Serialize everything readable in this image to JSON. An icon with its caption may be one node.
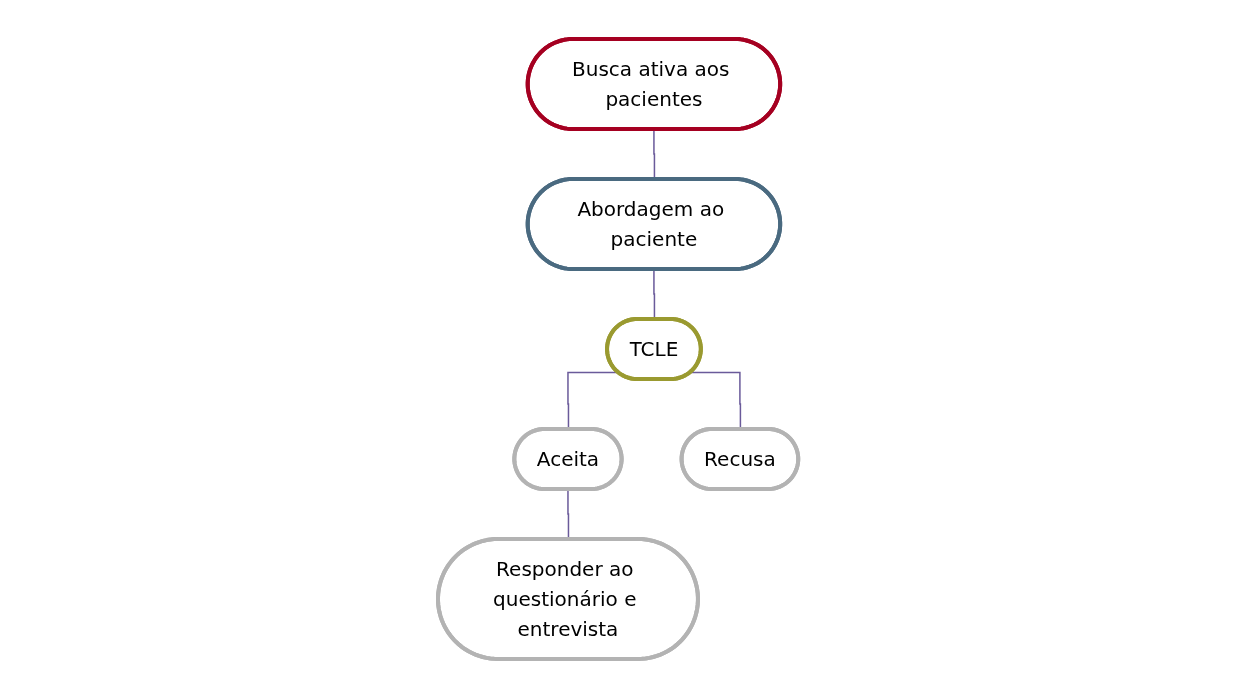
{
  "diagram": {
    "nodes": [
      {
        "text": [
          "Busca ativa aos pacientes"
        ]
      },
      {
        "text": [
          "Abordagem ao paciente"
        ]
      },
      {
        "text": [
          "TCLE"
        ]
      },
      {
        "text": [
          "Aceita"
        ]
      },
      {
        "text": [
          "Recusa"
        ]
      },
      {
        "text": [
          "Responder ao questionário e entrevista"
        ]
      }
    ],
    "edges": [
      {
        "from": 0,
        "to": 1,
        "arrow": "none"
      },
      {
        "from": 1,
        "to": 2,
        "arrow": "none"
      },
      {
        "from": 2,
        "to": 3,
        "arrow": "none"
      },
      {
        "from": 2,
        "to": 4,
        "arrow": "none"
      },
      {
        "from": 3,
        "to": 5,
        "arrow": "none"
      }
    ]
  }
}
